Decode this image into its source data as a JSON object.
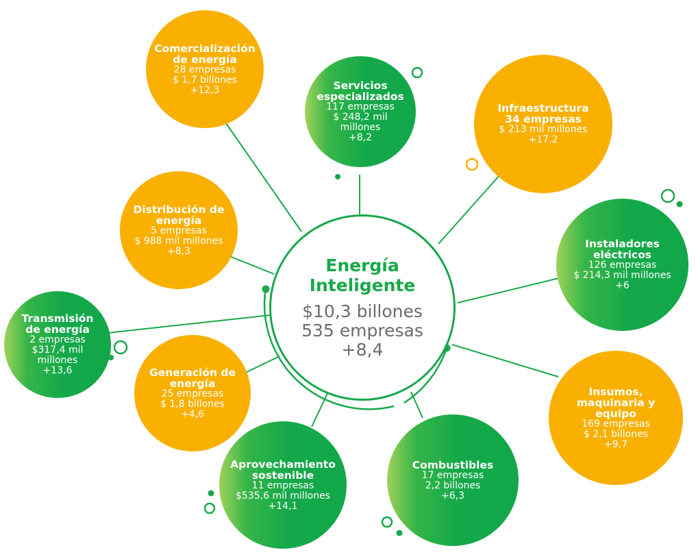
{
  "colors": {
    "green": "#17a84a",
    "yellow": "#f9b000",
    "text_gray": "#6b6b6b"
  },
  "center": {
    "title_lines": [
      "Energía",
      "Inteligente"
    ],
    "lines": [
      "$10,3 billones",
      "535 empresas",
      "+8,4"
    ]
  },
  "nodes": [
    {
      "id": "comercializacion",
      "title_lines": [
        "Comercialización",
        "de energía"
      ],
      "lines": [
        "28 empresas",
        "$ 1,7 billones",
        "+12,3"
      ]
    },
    {
      "id": "servicios",
      "title_lines": [
        "Servicios",
        "especializados"
      ],
      "lines": [
        "117 empresas",
        "$ 248,2 mil",
        "millones",
        "+8,2"
      ]
    },
    {
      "id": "infraestructura",
      "title_lines": [
        "Infraestructura",
        "34 empresas"
      ],
      "lines": [
        "$ 213 mil millones",
        "+17,2"
      ]
    },
    {
      "id": "distribucion",
      "title_lines": [
        "Distribución de",
        "energía"
      ],
      "lines": [
        "5 empresas",
        "$ 988 mil millones",
        "+8,3"
      ]
    },
    {
      "id": "instaladores",
      "title_lines": [
        "Instaladores",
        "eléctricos"
      ],
      "lines": [
        "126 empresas",
        "$ 214,3 mil millones",
        "+6"
      ]
    },
    {
      "id": "transmision",
      "title_lines": [
        "Transmisión",
        "de energía"
      ],
      "lines": [
        "2 empresas",
        "$317,4 mil",
        "millones",
        "+13,6"
      ]
    },
    {
      "id": "generacion",
      "title_lines": [
        "Generación de",
        "energía"
      ],
      "lines": [
        "25 empresas",
        "$ 1,8 billones",
        "+4,6"
      ]
    },
    {
      "id": "insumos",
      "title_lines": [
        "Insumos,",
        "maquinaria y",
        "equipo"
      ],
      "lines": [
        "169 empresas",
        "$ 2,1 billones",
        "+9,7"
      ]
    },
    {
      "id": "aprovechamiento",
      "title_lines": [
        "Aprovechamiento",
        "sostenible"
      ],
      "lines": [
        "11 empresas",
        "$535,6 mil millones",
        "+14,1"
      ]
    },
    {
      "id": "combustibles",
      "title_lines": [
        "Combustibles"
      ],
      "lines": [
        "17 empresas",
        "2,2 billones",
        "+6,3"
      ]
    }
  ]
}
